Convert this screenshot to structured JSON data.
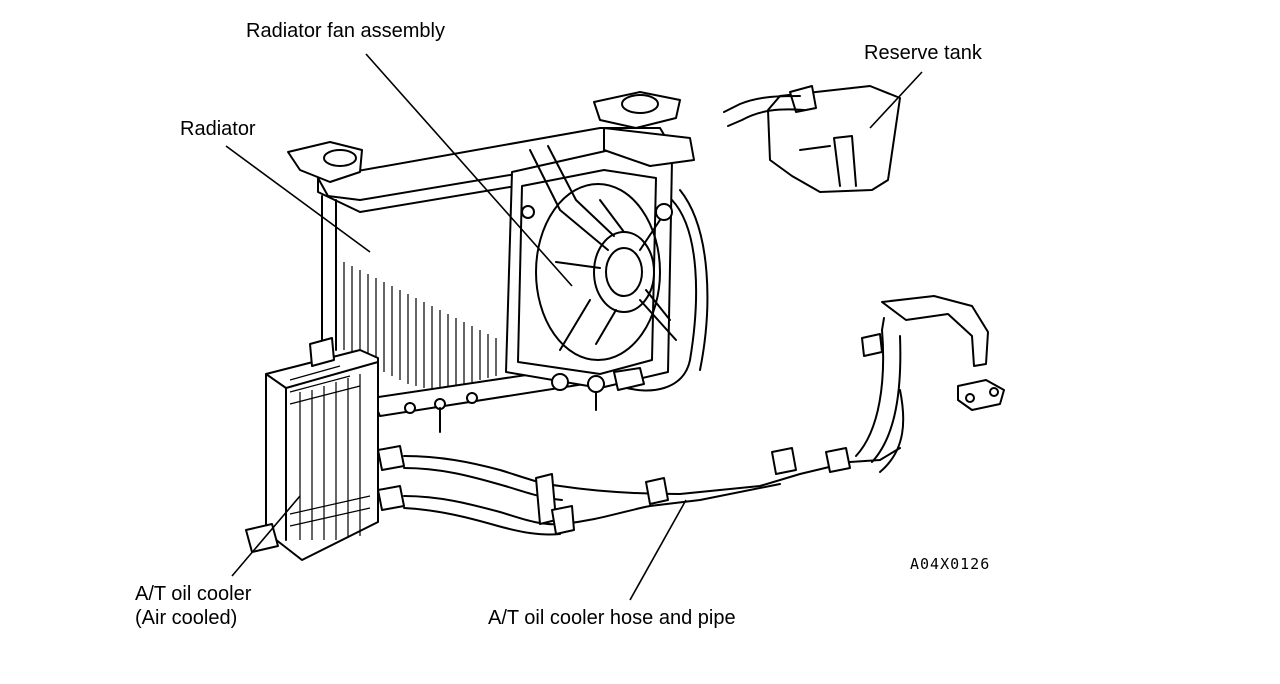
{
  "labels": {
    "radiator_fan_assembly": "Radiator fan assembly",
    "reserve_tank": "Reserve tank",
    "radiator": "Radiator",
    "at_oil_cooler_line1": "A/T   oil   cooler",
    "at_oil_cooler_line2": "(Air cooled)",
    "at_oil_cooler_hose": "A/T oil cooler hose and pipe",
    "figure_code": "A04X0126"
  },
  "colors": {
    "ink": "#000000",
    "paper": "#ffffff"
  }
}
